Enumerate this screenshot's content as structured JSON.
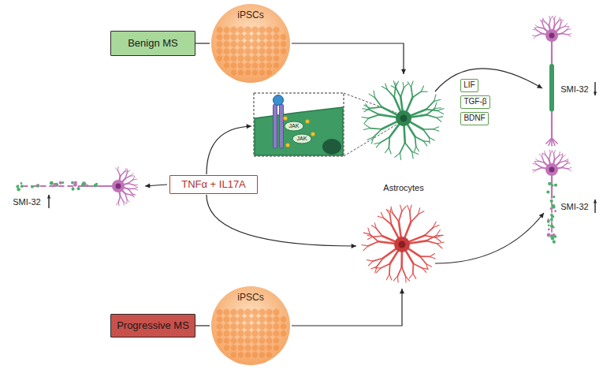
{
  "diagram": {
    "nodes": [
      {
        "text": [
          "Benign MS"
        ]
      },
      {
        "text": [
          "iPSCs"
        ]
      },
      {
        "text": [
          "LIF"
        ]
      },
      {
        "text": [
          "TGF-β"
        ]
      },
      {
        "text": [
          "BDNF"
        ]
      },
      {
        "text": [
          "TNFα + IL17A"
        ]
      },
      {
        "text": [
          "Progressive MS"
        ]
      },
      {
        "text": [
          "iPSCs"
        ]
      }
    ],
    "edges": [
      {
        "from": 0,
        "to": 1,
        "arrow": "none"
      },
      {
        "from": 6,
        "to": 7,
        "arrow": "none"
      }
    ],
    "labels": [
      "Astrocytes",
      "SMI-32",
      "SMI-32",
      "SMI-32",
      "JAK",
      "JAK"
    ]
  }
}
